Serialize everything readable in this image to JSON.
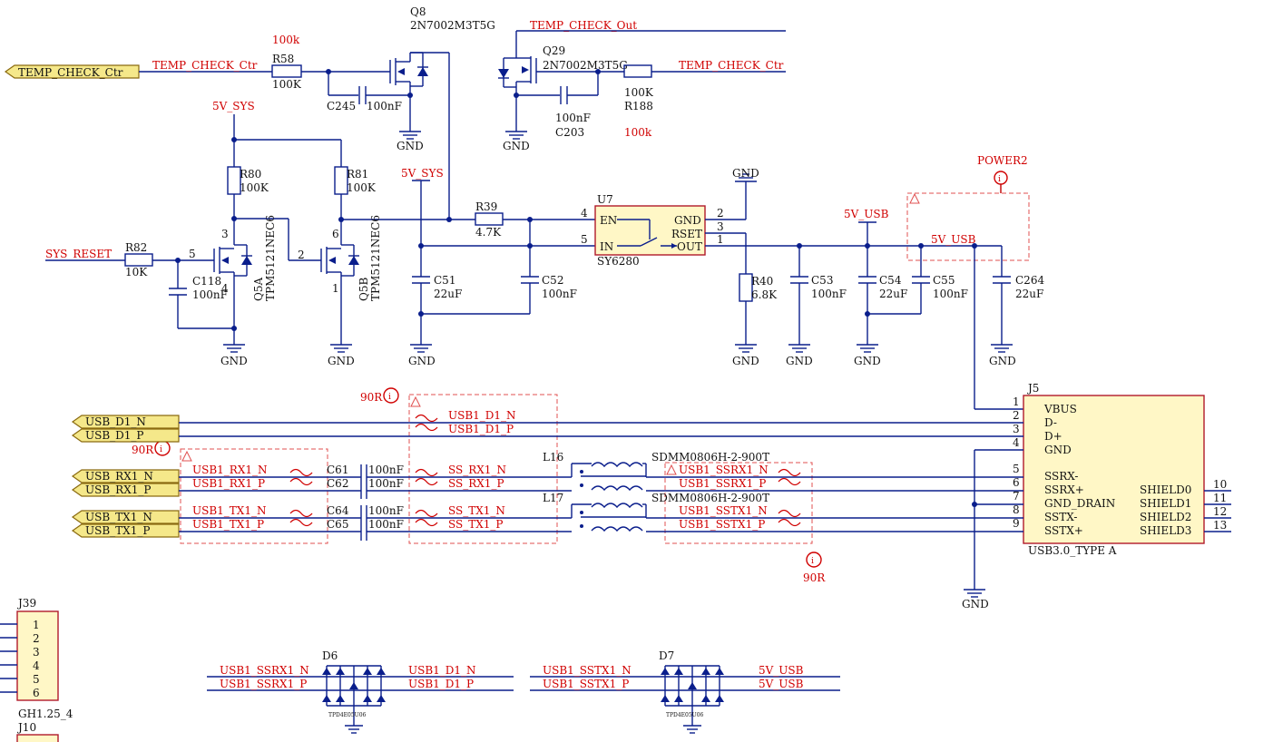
{
  "ports": {
    "temp_check_ctr": "TEMP_CHECK_Ctr",
    "usb_d1_n": "USB_D1_N",
    "usb_d1_p": "USB_D1_P",
    "usb_rx1_n": "USB_RX1_N",
    "usb_rx1_p": "USB_RX1_P",
    "usb_tx1_n": "USB_TX1_N",
    "usb_tx1_p": "USB_TX1_P"
  },
  "nets": {
    "temp_check_ctr_1": "TEMP_CHECK_Ctr",
    "temp_check_ctr_2": "TEMP_CHECK_Ctr",
    "temp_check_out": "TEMP_CHECK_Out",
    "sys_reset": "SYS_RESET",
    "v5_sys_1": "5V_SYS",
    "v5_sys_2": "5V_SYS",
    "v5_usb_1": "5V_USB",
    "v5_usb_2": "5V_USB",
    "v5_usb_d7a": "5V_USB",
    "v5_usb_d7b": "5V_USB",
    "usb1_d1_n": "USB1_D1_N",
    "usb1_d1_p": "USB1_D1_P",
    "usb1_rx1_n": "USB1_RX1_N",
    "usb1_rx1_p": "USB1_RX1_P",
    "usb1_tx1_n": "USB1_TX1_N",
    "usb1_tx1_p": "USB1_TX1_P",
    "ss_rx1_n": "SS_RX1_N",
    "ss_rx1_p": "SS_RX1_P",
    "ss_tx1_n": "SS_TX1_N",
    "ss_tx1_p": "SS_TX1_P",
    "usb1_ssrx1_n": "USB1_SSRX1_N",
    "usb1_ssrx1_p": "USB1_SSRX1_P",
    "usb1_sstx1_n": "USB1_SSTX1_N",
    "usb1_sstx1_p": "USB1_SSTX1_P",
    "d6_ssrx1_n": "USB1_SSRX1_N",
    "d6_ssrx1_p": "USB1_SSRX1_P",
    "d6_d1_n": "USB1_D1_N",
    "d6_d1_p": "USB1_D1_P",
    "d7_sstx1_n": "USB1_SSTX1_N",
    "d7_sstx1_p": "USB1_SSTX1_P"
  },
  "gnd": "GND",
  "components": {
    "q8": {
      "ref": "Q8",
      "part": "2N7002M3T5G"
    },
    "q29": {
      "ref": "Q29",
      "part": "2N7002M3T5G"
    },
    "r58": {
      "ref": "R58",
      "value": "100K",
      "note": "100k"
    },
    "r188": {
      "ref": "R188",
      "value": "100K",
      "note": "100k"
    },
    "c245": {
      "ref": "C245",
      "value": "100nF"
    },
    "c203": {
      "ref": "C203",
      "value": "100nF"
    },
    "r80": {
      "ref": "R80",
      "value": "100K"
    },
    "r81": {
      "ref": "R81",
      "value": "100K"
    },
    "r82": {
      "ref": "R82",
      "value": "10K"
    },
    "c118": {
      "ref": "C118",
      "value": "100nF"
    },
    "q5a": {
      "ref": "Q5A",
      "part": "TPM5121NEC6"
    },
    "q5b": {
      "ref": "Q5B",
      "part": "TPM5121NEC6"
    },
    "r39": {
      "ref": "R39",
      "value": "4.7K"
    },
    "c51": {
      "ref": "C51",
      "value": "22uF"
    },
    "c52": {
      "ref": "C52",
      "value": "100nF"
    },
    "u7": {
      "ref": "U7",
      "part": "SY6280",
      "pins": {
        "en": "EN",
        "in": "IN",
        "gnd": "GND",
        "rset": "RSET",
        "out": "OUT"
      }
    },
    "r40": {
      "ref": "R40",
      "value": "6.8K"
    },
    "c53": {
      "ref": "C53",
      "value": "100nF"
    },
    "c54": {
      "ref": "C54",
      "value": "22uF"
    },
    "c55": {
      "ref": "C55",
      "value": "100nF"
    },
    "c264": {
      "ref": "C264",
      "value": "22uF"
    },
    "power2": "POWER2",
    "c61": {
      "ref": "C61",
      "value": "100nF"
    },
    "c62": {
      "ref": "C62",
      "value": "100nF"
    },
    "c64": {
      "ref": "C64",
      "value": "100nF"
    },
    "c65": {
      "ref": "C65",
      "value": "100nF"
    },
    "l16": {
      "ref": "L16",
      "part": "SDMM0806H-2-900T"
    },
    "l17": {
      "ref": "L17",
      "part": "SDMM0806H-2-900T"
    },
    "j5": {
      "ref": "J5",
      "part": "USB3.0_TYPE A",
      "left_pins": [
        {
          "num": "1",
          "name": "VBUS"
        },
        {
          "num": "2",
          "name": "D-"
        },
        {
          "num": "3",
          "name": "D+"
        },
        {
          "num": "4",
          "name": "GND"
        },
        {
          "num": "5",
          "name": "SSRX-"
        },
        {
          "num": "6",
          "name": "SSRX+"
        },
        {
          "num": "7",
          "name": "GND_DRAIN"
        },
        {
          "num": "8",
          "name": "SSTX-"
        },
        {
          "num": "9",
          "name": "SSTX+"
        }
      ],
      "right_pins": [
        {
          "num": "10",
          "name": "SHIELD0"
        },
        {
          "num": "11",
          "name": "SHIELD1"
        },
        {
          "num": "12",
          "name": "SHIELD2"
        },
        {
          "num": "13",
          "name": "SHIELD3"
        }
      ]
    },
    "j39": {
      "ref": "J39",
      "part": "GH1.25_4",
      "pins": [
        "1",
        "2",
        "3",
        "4",
        "5",
        "6"
      ]
    },
    "j10": {
      "ref": "J10"
    },
    "d6": {
      "ref": "D6",
      "part": "TPD4E05U06"
    },
    "d7": {
      "ref": "D7",
      "part": "TPD4E05U06"
    }
  },
  "pin_numbers": {
    "q5a_g": "5",
    "q5a_d": "3",
    "q5a_s": "4",
    "q5b_g": "2",
    "q5b_d": "6",
    "q5b_s": "1",
    "u7_en": "4",
    "u7_in": "5",
    "u7_gnd": "2",
    "u7_rset": "3",
    "u7_out": "1"
  },
  "impedance": {
    "a": "90R",
    "b": "90R",
    "c": "90R"
  }
}
